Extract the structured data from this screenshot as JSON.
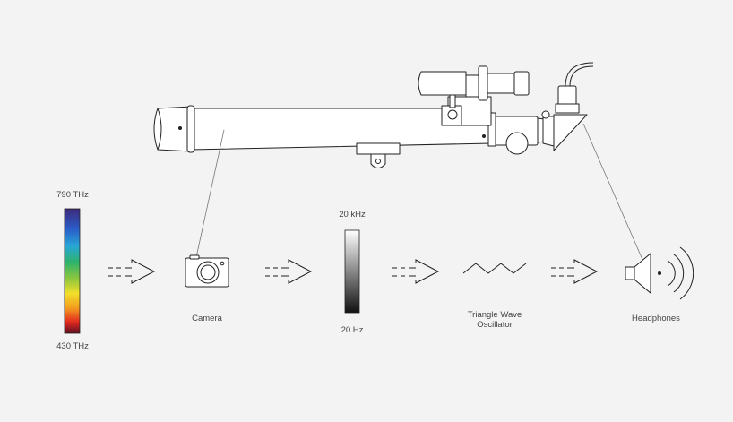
{
  "spectrum": {
    "top_label": "790 THz",
    "bottom_label": "430 THz"
  },
  "camera": {
    "label": "Camera",
    "icon": "camera-icon"
  },
  "frequency_bar": {
    "top_label": "20 kHz",
    "bottom_label": "20 Hz"
  },
  "oscillator": {
    "label_line1": "Triangle Wave",
    "label_line2": "Oscillator",
    "icon": "triangle-wave-icon"
  },
  "headphones": {
    "label": "Headphones",
    "icon": "speaker-icon"
  },
  "colors": {
    "stroke": "#222222",
    "background": "#f3f3f3",
    "pointer_line": "#777777"
  }
}
